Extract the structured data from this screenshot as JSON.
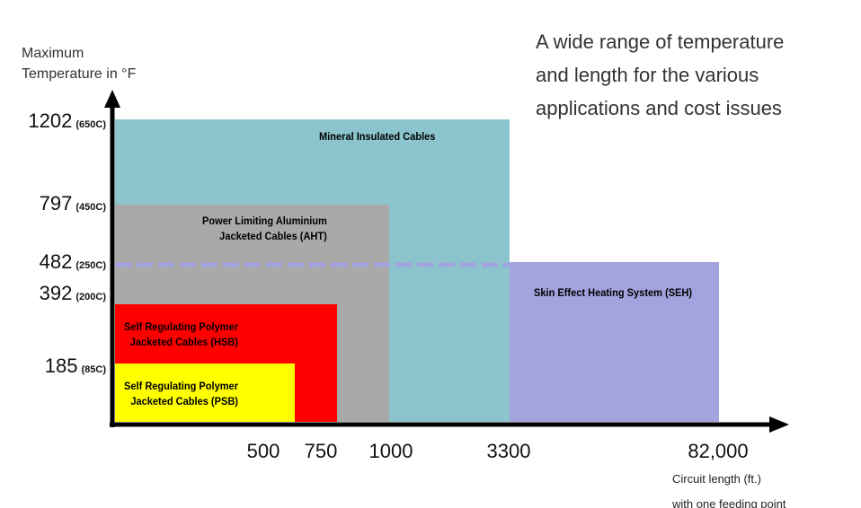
{
  "chart_data": {
    "type": "area",
    "title": "A wide range of temperature and length for the various applications and cost issues",
    "ylabel": "Maximum Temperature in °F",
    "xlabel": "Circuit length (ft.) with one feeding point",
    "xlabel_lines": [
      "Circuit length (ft.)",
      "with one feeding point"
    ],
    "ylabel_lines": [
      "Maximum",
      "Temperature in °F"
    ],
    "title_lines": [
      "A wide range of temperature",
      "and length for the various",
      "applications and cost issues"
    ],
    "y_ticks": [
      {
        "value": 1202,
        "label": "1202",
        "celsius": "(650C)"
      },
      {
        "value": 797,
        "label": "797",
        "celsius": "(450C)"
      },
      {
        "value": 482,
        "label": "482",
        "celsius": "(250C)"
      },
      {
        "value": 392,
        "label": "392",
        "celsius": "(200C)"
      },
      {
        "value": 185,
        "label": "185",
        "celsius": "(85C)"
      }
    ],
    "x_ticks": [
      {
        "value": 500,
        "label": "500"
      },
      {
        "value": 750,
        "label": "750"
      },
      {
        "value": 1000,
        "label": "1000"
      },
      {
        "value": 3300,
        "label": "3300"
      },
      {
        "value": 82000,
        "label": "82,000"
      }
    ],
    "series": [
      {
        "name": "Mineral Insulated Cables",
        "lines": [
          "Mineral Insulated Cables"
        ],
        "x_from": 0,
        "x_to": 3300,
        "y_max": 1202,
        "color": "#8bc4cc"
      },
      {
        "name": "Power Limiting Aluminium Jacketed Cables (AHT)",
        "lines": [
          "Power Limiting Aluminium",
          "Jacketed Cables (AHT)"
        ],
        "x_from": 0,
        "x_to": 1000,
        "y_max": 797,
        "color": "#a9a9a9"
      },
      {
        "name": "Self Regulating Polymer Jacketed Cables (HSB)",
        "lines": [
          "Self Regulating Polymer",
          "Jacketed Cables (HSB)"
        ],
        "x_from": 0,
        "x_to": 750,
        "y_max": 392,
        "color": "#ff0000"
      },
      {
        "name": "Self Regulating Polymer Jacketed Cables (PSB)",
        "lines": [
          "Self Regulating Polymer",
          "Jacketed Cables (PSB)"
        ],
        "x_from": 0,
        "x_to": 500,
        "y_max": 185,
        "color": "#ffff00"
      },
      {
        "name": "Skin Effect Heating System (SEH)",
        "lines": [
          "Skin Effect Heating System (SEH)"
        ],
        "x_from": 3300,
        "x_to": 82000,
        "y_max": 482,
        "color": "#a3a3e0"
      }
    ],
    "reference_line": {
      "y": 482,
      "style": "dashed",
      "color": "#a3a3e0"
    }
  }
}
